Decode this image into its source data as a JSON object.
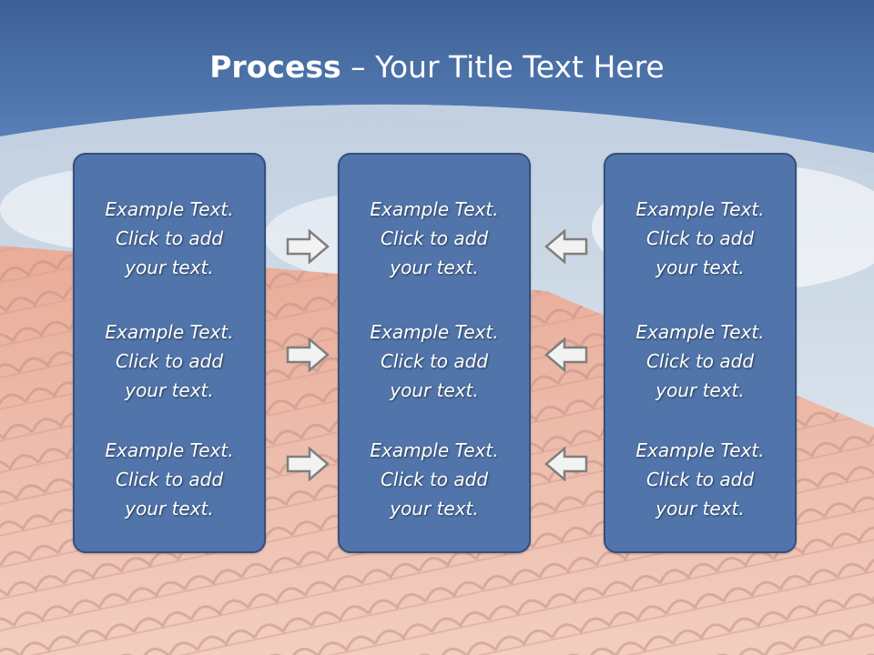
{
  "title": {
    "bold": "Process",
    "rest": " – Your Title Text Here"
  },
  "panels": [
    {
      "blocks": [
        {
          "line1": "Example Text.",
          "line2": "Click  to add",
          "line3": "your text."
        },
        {
          "line1": "Example Text.",
          "line2": "Click  to add",
          "line3": "your text."
        },
        {
          "line1": "Example Text.",
          "line2": "Click  to add",
          "line3": "your text."
        }
      ]
    },
    {
      "blocks": [
        {
          "line1": "Example Text.",
          "line2": "Click  to add",
          "line3": "your text."
        },
        {
          "line1": "Example Text.",
          "line2": "Click  to add",
          "line3": "your text."
        },
        {
          "line1": "Example Text.",
          "line2": "Click  to add",
          "line3": "your text."
        }
      ]
    },
    {
      "blocks": [
        {
          "line1": "Example Text.",
          "line2": "Click  to add",
          "line3": "your text."
        },
        {
          "line1": "Example Text.",
          "line2": "Click  to add",
          "line3": "your text."
        },
        {
          "line1": "Example Text.",
          "line2": "Click  to add",
          "line3": "your text."
        }
      ]
    }
  ],
  "icons": {
    "left_arrows": "right-arrow-icon",
    "right_arrows": "left-arrow-icon"
  },
  "colors": {
    "panel_fill": "#5175ab",
    "panel_border": "#34507e",
    "header": "#4a72ac",
    "arrow_fill": "#f2f2f2",
    "arrow_stroke": "#7f7f7f"
  }
}
